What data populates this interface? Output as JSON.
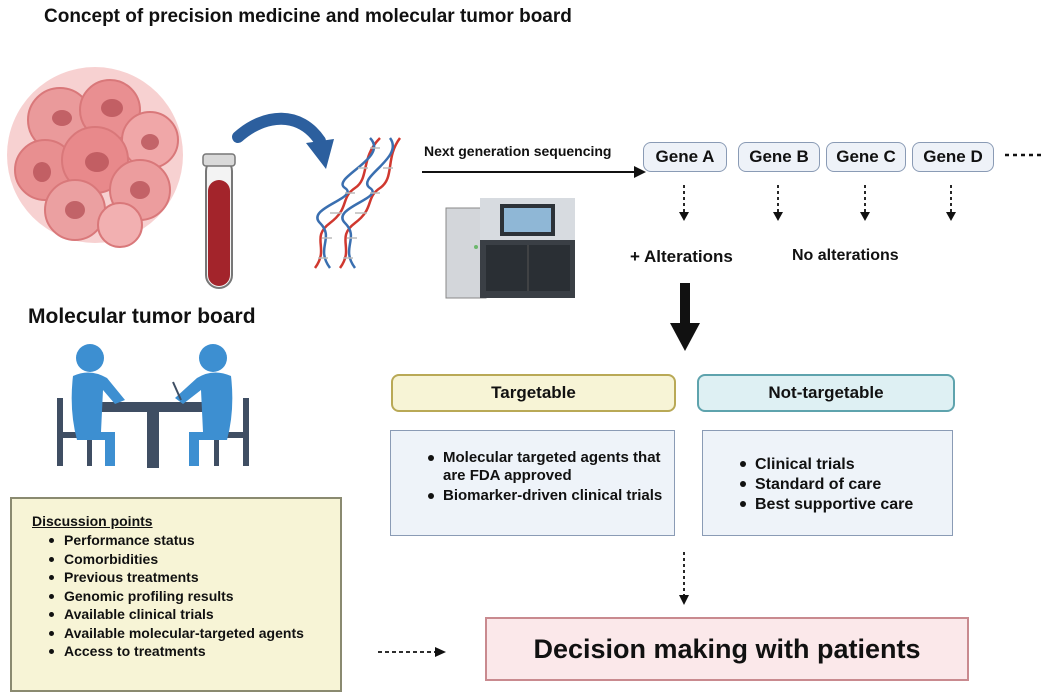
{
  "title": "Concept of precision medicine and molecular tumor board",
  "mtb_label": "Molecular tumor board",
  "ngs_label": "Next generation sequencing",
  "genes": [
    "Gene A",
    "Gene B",
    "Gene C",
    "Gene D"
  ],
  "gene_more": "…",
  "alterations_label": "+ Alterations",
  "no_alterations_label": "No alterations",
  "targetable": {
    "header": "Targetable",
    "items": [
      "Molecular targeted agents that are FDA approved",
      "Biomarker-driven clinical trials"
    ]
  },
  "not_targetable": {
    "header": "Not-targetable",
    "items": [
      "Clinical trials",
      "Standard of care",
      "Best supportive care"
    ]
  },
  "discussion": {
    "title": "Discussion points",
    "items": [
      "Performance status",
      "Comorbidities",
      "Previous treatments",
      "Genomic profiling results",
      "Available clinical trials",
      "Available molecular-targeted agents",
      "Access to treatments"
    ]
  },
  "decision_label": "Decision making with patients",
  "colors": {
    "tumor": "#e9888a",
    "blood": "#a3242b",
    "arrow_blue": "#2c5f9e",
    "dna_red": "#d0382f",
    "dna_blue": "#3a6fb0",
    "people": "#3d8fd1",
    "table": "#3f4e63"
  }
}
